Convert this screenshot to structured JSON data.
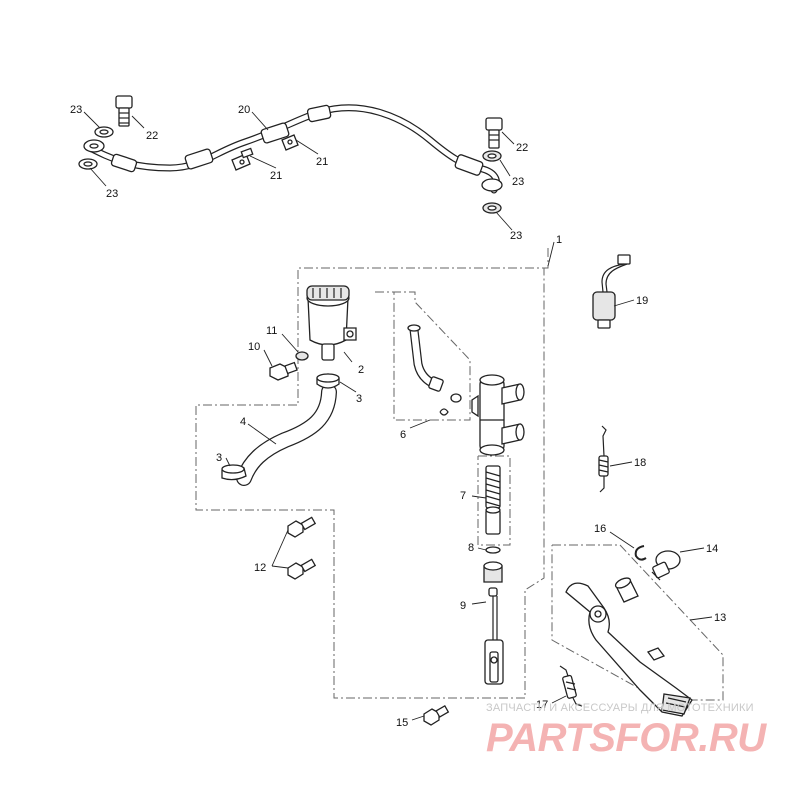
{
  "diagram": {
    "callouts": {
      "c1": "1",
      "c2": "2",
      "c3a": "3",
      "c3b": "3",
      "c4": "4",
      "c6": "6",
      "c7": "7",
      "c8": "8",
      "c9": "9",
      "c10": "10",
      "c11": "11",
      "c12": "12",
      "c13": "13",
      "c14": "14",
      "c15": "15",
      "c16": "16",
      "c17": "17",
      "c18": "18",
      "c19": "19",
      "c20": "20",
      "c21a": "21",
      "c21b": "21",
      "c22a": "22",
      "c22b": "22",
      "c23a": "23",
      "c23b": "23",
      "c23c": "23",
      "c23d": "23"
    }
  },
  "watermark": {
    "caption": "ЗАПЧАСТИ И АКСЕССУАРЫ ДЛЯ МОТОТЕХНИКИ",
    "logo": "PARTSFOR.RU",
    "color": "#f4b3b3"
  }
}
